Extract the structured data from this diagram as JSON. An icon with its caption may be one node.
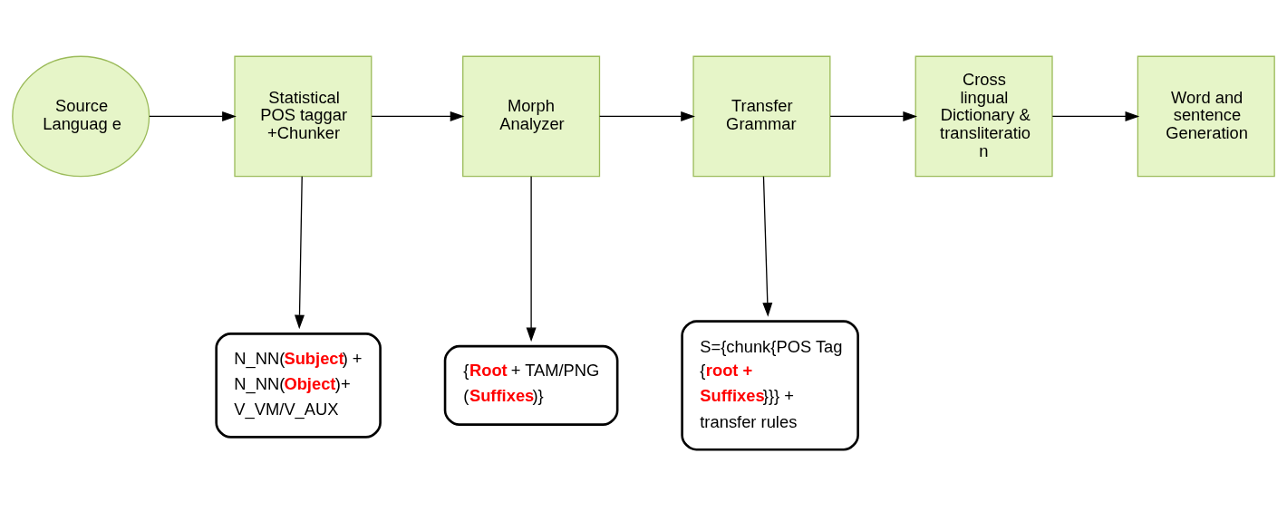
{
  "diagram": {
    "nodes": [
      {
        "text": [
          "Source Languag e"
        ]
      },
      {
        "text": [
          "Statistical POS taggar +Chunker"
        ]
      },
      {
        "text": [
          "Morph Analyzer"
        ]
      },
      {
        "text": [
          "Transfer Grammar"
        ]
      },
      {
        "text": [
          "Cross lingual Dictionary & transliteratio n"
        ]
      },
      {
        "text": [
          "Word and sentence Generation"
        ]
      },
      {
        "text": [
          "N_NN(**Subject**) + N_NN(**Object**)+ V_VM/V_AUX"
        ]
      },
      {
        "text": [
          "{**Root** + TAM/PNG (**Suffixes**)}"
        ]
      },
      {
        "text": [
          "S={chunk{POS Tag {**root + Suffixes**}}} + transfer rules"
        ]
      }
    ],
    "edges": [
      {
        "from": 0,
        "to": 1,
        "arrow": "to"
      },
      {
        "from": 1,
        "to": 2,
        "arrow": "to"
      },
      {
        "from": 2,
        "to": 3,
        "arrow": "to"
      },
      {
        "from": 3,
        "to": 4,
        "arrow": "to"
      },
      {
        "from": 4,
        "to": 5,
        "arrow": "to"
      },
      {
        "from": 1,
        "to": 6,
        "arrow": "to"
      },
      {
        "from": 2,
        "to": 7,
        "arrow": "to"
      },
      {
        "from": 3,
        "to": 8,
        "arrow": "to"
      }
    ]
  }
}
